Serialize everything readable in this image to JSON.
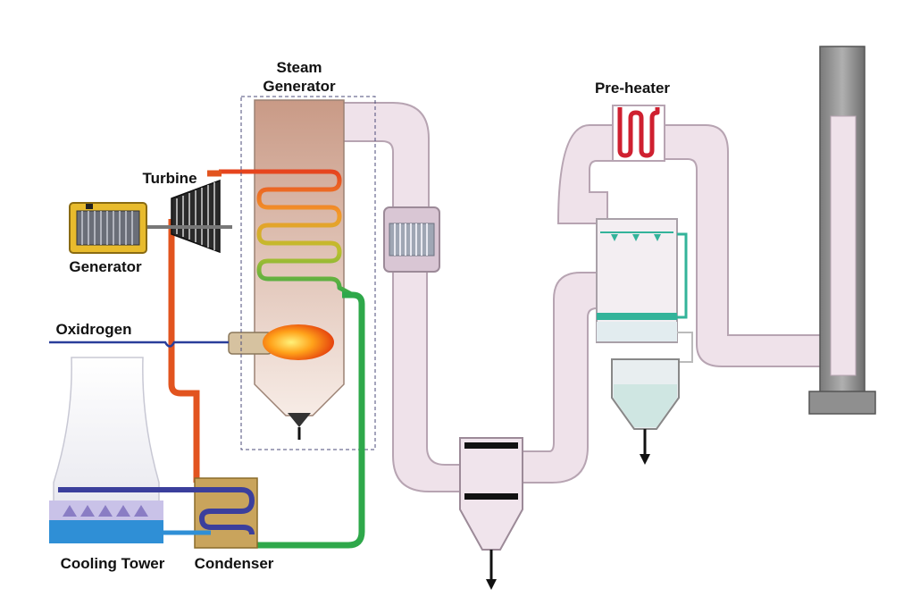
{
  "labels": {
    "steam_generator_line1": "Steam",
    "steam_generator_line2": "Generator",
    "turbine": "Turbine",
    "generator": "Generator",
    "oxidrogen": "Oxidrogen",
    "pre_heater": "Pre-heater",
    "cooling_tower": "Cooling Tower",
    "condenser": "Condenser"
  },
  "colors": {
    "duct_fill": "#efe2ea",
    "duct_stroke": "#b7a4b2",
    "boiler_gradient_top": "#c99a86",
    "boiler_gradient_bottom": "#f7ece6",
    "steam_pipe": "#e2541f",
    "return_pipe": "#2ea84a",
    "cooling_water": "#2f8fd6",
    "condensate_line": "#3b3f9c",
    "oxidrogen_line": "#2a3e9a",
    "stack": "#8c8c8c",
    "preheater_coil": "#cf2030",
    "scrubber_liquid": "#33b39a",
    "generator_housing": "#e8bb2d"
  }
}
